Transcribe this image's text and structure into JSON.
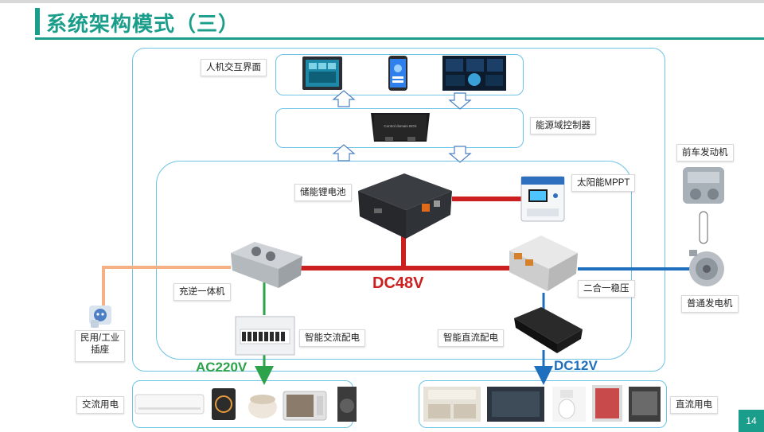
{
  "title": "系统架构模式（三）",
  "page_number": "14",
  "labels": {
    "hmi": "人机交互界面",
    "controller": "能源域控制器",
    "battery": "储能锂电池",
    "solar": "太阳能MPPT",
    "front_engine": "前车发动机",
    "inverter": "充逆一体机",
    "dc48": "DC48V",
    "dcdc": "二合一稳压",
    "generator": "普通发电机",
    "socket": "民用/工业\n插座",
    "ac_dist": "智能交流配电",
    "dc_dist": "智能直流配电",
    "ac220": "AC220V",
    "dc12": "DC12V",
    "ac_loads": "交流用电",
    "dc_loads": "直流用电"
  },
  "controller_text": "Control domain BOX",
  "colors": {
    "accent": "#1a9d8a",
    "dc48_line": "#cc1f1f",
    "ac220_line": "#2ca24a",
    "dc12_line": "#1f6fbf",
    "ac_socket_line": "#f4b183",
    "box_border": "#6ec3e6"
  }
}
